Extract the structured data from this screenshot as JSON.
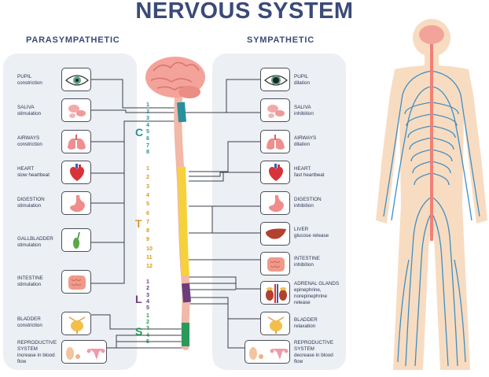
{
  "title": "NERVOUS SYSTEM",
  "parasympathetic": {
    "heading": "PARASYMPATHETIC",
    "items": [
      {
        "title": "PUPIL",
        "desc": "constriction",
        "icon": "eye-icon"
      },
      {
        "title": "SALIVA",
        "desc": "stimulation",
        "icon": "salivary-gland-icon"
      },
      {
        "title": "AIRWAYS",
        "desc": "constriction",
        "icon": "lungs-icon"
      },
      {
        "title": "HEART",
        "desc": "slow heartbeat",
        "icon": "heart-icon"
      },
      {
        "title": "DIGESTION",
        "desc": "stimulation",
        "icon": "stomach-icon"
      },
      {
        "title": "GALLBLADDER",
        "desc": "stimulation",
        "icon": "gallbladder-icon"
      },
      {
        "title": "INTESTINE",
        "desc": "stimulation",
        "icon": "intestine-icon"
      },
      {
        "title": "BLADDER",
        "desc": "constriction",
        "icon": "bladder-icon"
      },
      {
        "title": "REPRODUCTIVE SYSTEM",
        "desc": "increase in blood flow",
        "icon": "reproductive-organs-icon"
      }
    ]
  },
  "sympathetic": {
    "heading": "SYMPATHETIC",
    "items": [
      {
        "title": "PUPIL",
        "desc": "dilation",
        "icon": "eye-icon"
      },
      {
        "title": "SALIVA",
        "desc": "inhibition",
        "icon": "salivary-gland-icon"
      },
      {
        "title": "AIRWAYS",
        "desc": "dilation",
        "icon": "lungs-icon"
      },
      {
        "title": "HEART",
        "desc": "fast heartbeat",
        "icon": "heart-icon"
      },
      {
        "title": "DIGESTION",
        "desc": "inhibition",
        "icon": "stomach-icon"
      },
      {
        "title": "LIVER",
        "desc": "glucose release",
        "icon": "liver-icon"
      },
      {
        "title": "INTESTINE",
        "desc": "inhibition",
        "icon": "intestine-icon"
      },
      {
        "title": "ADRENAL GLANDS",
        "desc": "epinephrine, norepinephrine release",
        "icon": "kidney-adrenal-icon"
      },
      {
        "title": "BLADDER",
        "desc": "relaxation",
        "icon": "bladder-icon"
      },
      {
        "title": "REPRODUCTIVE SYSTEM",
        "desc": "decrease in blood flow",
        "icon": "reproductive-organs-icon"
      }
    ]
  },
  "spine": {
    "regions": [
      {
        "letter": "C",
        "numbers": [
          "1",
          "2",
          "3",
          "4",
          "5",
          "6",
          "7",
          "8"
        ],
        "color": "#2a8f9a"
      },
      {
        "letter": "T",
        "numbers": [
          "1",
          "2",
          "3",
          "4",
          "5",
          "6",
          "7",
          "8",
          "9",
          "10",
          "11",
          "12"
        ],
        "color": "#d49a2a"
      },
      {
        "letter": "L",
        "numbers": [
          "1",
          "2",
          "3",
          "4",
          "5"
        ],
        "color": "#6b3e7a"
      },
      {
        "letter": "S",
        "numbers": [
          "1",
          "2",
          "3",
          "4",
          "5"
        ],
        "color": "#2a9a5a"
      }
    ]
  },
  "colors": {
    "title": "#3a4a78",
    "panel": "#eceff3",
    "brain": "#f4a39a",
    "spine_top": "#f2b8a8",
    "nerve": "#3d8fc4",
    "body": "#f8dcc1"
  }
}
